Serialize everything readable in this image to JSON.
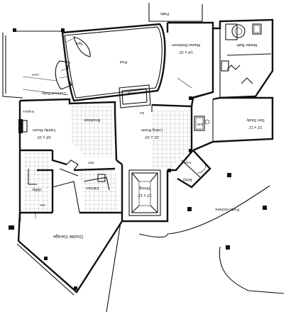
{
  "rooms": {
    "patio": {
      "name": "Patio"
    },
    "spa": {
      "name": "Spa"
    },
    "pool": {
      "name": "Pool"
    },
    "covered_patio": {
      "name": "Covered Patio"
    },
    "master_bedroom": {
      "name": "Master Bedroom",
      "dims": "14' x 15'"
    },
    "master_bath": {
      "name": "Master Bath"
    },
    "den_study": {
      "name": "Den Study",
      "dims": "13' x 11'"
    },
    "breakfast": {
      "name": "Breakfast"
    },
    "family_room": {
      "name": "Family Room",
      "dims": "18' x 15'"
    },
    "living_room": {
      "name": "Living Room",
      "dims": "15' x 19'"
    },
    "bath": {
      "name": "Bath"
    },
    "foyer": {
      "name": "Foyer"
    },
    "entry": {
      "name": "Entry"
    },
    "utility": {
      "name": "Utility"
    },
    "kitchen": {
      "name": "Kitchen"
    },
    "dining": {
      "name": "Dining",
      "dims": "13' x 12'"
    },
    "double_garage": {
      "name": "Double Garage"
    },
    "porte_cochere": {
      "name": "Porte-cochere"
    }
  },
  "fixtures": {
    "fireplace": "fireplace",
    "wet_bar": "wet bar",
    "bar": "bar",
    "cover": "cover",
    "wh": "WH",
    "ref": "REF"
  },
  "icons": {
    "plan": "floor-plan-drawing"
  }
}
